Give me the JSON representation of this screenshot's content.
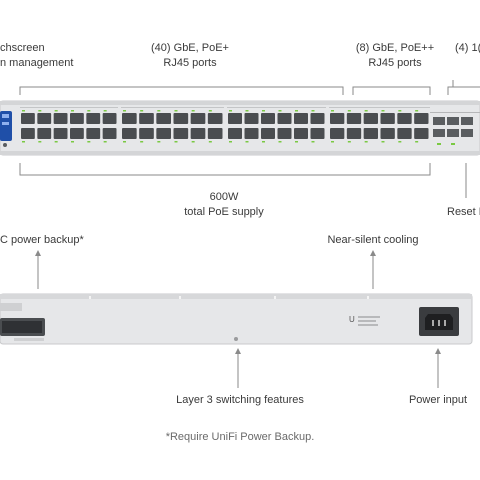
{
  "top_labels": {
    "touchscreen_line1": "chscreen",
    "touchscreen_line2": "n management",
    "gbe_poe_line1": "(40) GbE, PoE+",
    "gbe_poe_line2": "RJ45 ports",
    "gbe_poepp_line1": "(8) GbE, PoE++",
    "gbe_poepp_line2": "RJ45 ports",
    "sfp_line1": "(4) 1("
  },
  "middle_labels": {
    "poe_supply_line1": "600W",
    "poe_supply_line2": "total PoE supply",
    "reset": "Reset B"
  },
  "rear_labels": {
    "power_backup": "C power backup*",
    "cooling": "Near-silent cooling",
    "layer3": "Layer 3 switching features",
    "power_input": "Power input"
  },
  "footnote": "*Require UniFi Power Backup.",
  "colors": {
    "chassis": "#e6e7e9",
    "port": "#4a4d50",
    "led_green": "#7ac943",
    "line": "#8a8a8a",
    "screen": "#1f4fa8"
  }
}
